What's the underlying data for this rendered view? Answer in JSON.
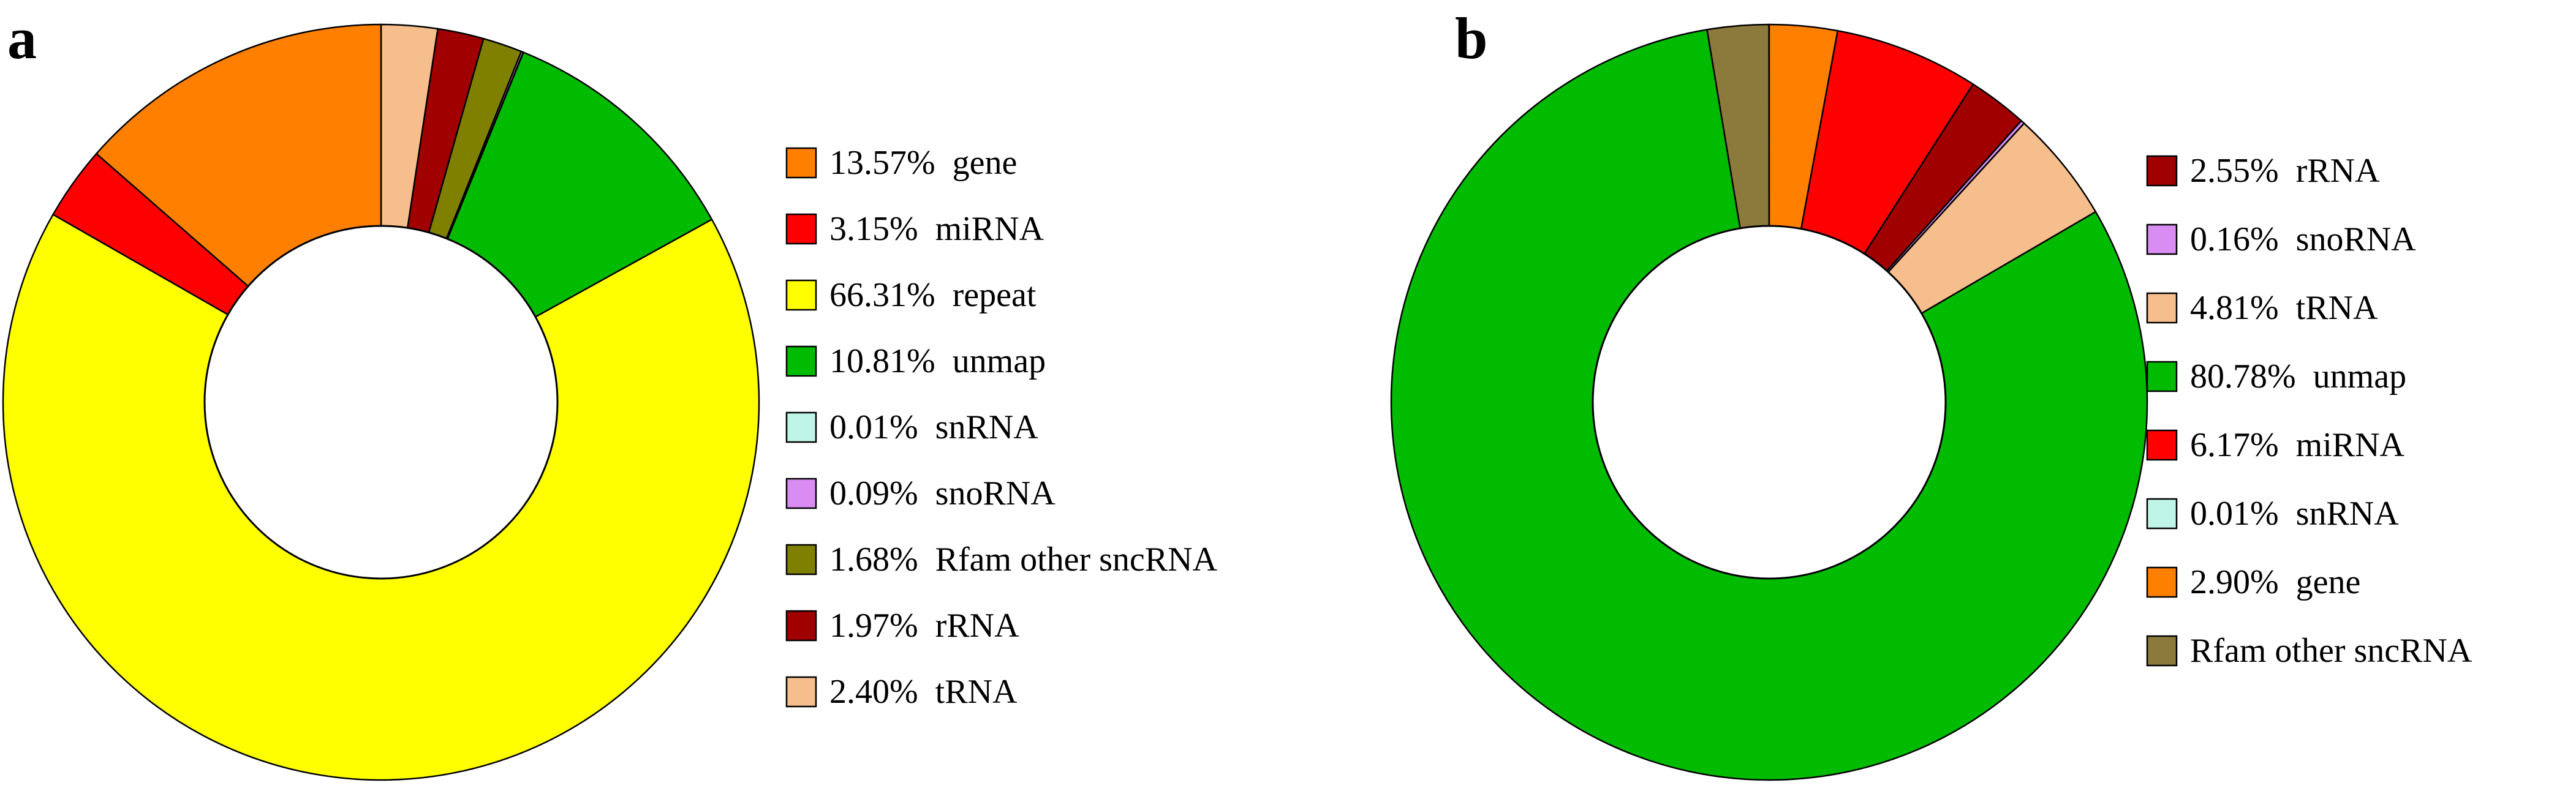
{
  "chart_data": [
    {
      "type": "pie",
      "panel_label": "a",
      "title": "",
      "slices": [
        {
          "label": "gene",
          "value_text": "13.57%",
          "legend_text": "13.57%  gene",
          "value": 13.57,
          "color": "#FF8000"
        },
        {
          "label": "miRNA",
          "value_text": "3.15%",
          "legend_text": "3.15%  miRNA",
          "value": 3.15,
          "color": "#FF0000"
        },
        {
          "label": "repeat",
          "value_text": "66.31%",
          "legend_text": "66.31%  repeat",
          "value": 66.31,
          "color": "#FFFF00"
        },
        {
          "label": "unmap",
          "value_text": "10.81%",
          "legend_text": "10.81%  unmap",
          "value": 10.81,
          "color": "#00BB00"
        },
        {
          "label": "snRNA",
          "value_text": "0.01%",
          "legend_text": "0.01%  snRNA",
          "value": 0.01,
          "color": "#BFF5E6"
        },
        {
          "label": "snoRNA",
          "value_text": "0.09%",
          "legend_text": "0.09%  snoRNA",
          "value": 0.09,
          "color": "#D98CF2"
        },
        {
          "label": "Rfam other sncRNA",
          "value_text": "1.68%",
          "legend_text": "1.68%  Rfam other sncRNA",
          "value": 1.68,
          "color": "#808000"
        },
        {
          "label": "rRNA",
          "value_text": "1.97%",
          "legend_text": "1.97%  rRNA",
          "value": 1.97,
          "color": "#A00000"
        },
        {
          "label": "tRNA",
          "value_text": "2.40%",
          "legend_text": "2.40%  tRNA",
          "value": 2.4,
          "color": "#F5BE8C"
        }
      ],
      "draw_order": [
        "tRNA",
        "rRNA",
        "Rfam other sncRNA",
        "snoRNA",
        "snRNA",
        "unmap",
        "repeat",
        "miRNA",
        "gene"
      ]
    },
    {
      "type": "pie",
      "panel_label": "b",
      "title": "",
      "slices": [
        {
          "label": "rRNA",
          "value_text": "2.55%",
          "legend_text": "2.55%  rRNA",
          "value": 2.55,
          "color": "#A00000"
        },
        {
          "label": "snoRNA",
          "value_text": "0.16%",
          "legend_text": "0.16%  snoRNA",
          "value": 0.16,
          "color": "#D98CF2"
        },
        {
          "label": "tRNA",
          "value_text": "4.81%",
          "legend_text": "4.81%  tRNA",
          "value": 4.81,
          "color": "#F5BE8C"
        },
        {
          "label": "unmap",
          "value_text": "80.78%",
          "legend_text": "80.78%  unmap",
          "value": 80.78,
          "color": "#00BB00"
        },
        {
          "label": "miRNA",
          "value_text": "6.17%",
          "legend_text": "6.17%  miRNA",
          "value": 6.17,
          "color": "#FF0000"
        },
        {
          "label": "snRNA",
          "value_text": "0.01%",
          "legend_text": "0.01%  snRNA",
          "value": 0.01,
          "color": "#BFF5E6"
        },
        {
          "label": "gene",
          "value_text": "2.90%",
          "legend_text": "2.90%  gene",
          "value": 2.9,
          "color": "#FF8000"
        },
        {
          "label": "Rfam other sncRNA",
          "value_text": "",
          "legend_text": "Rfam other sncRNA",
          "value": 2.62,
          "color": "#8C7A3C"
        }
      ],
      "draw_order": [
        "gene",
        "miRNA",
        "rRNA",
        "snoRNA",
        "tRNA",
        "unmap",
        "Rfam other sncRNA"
      ]
    }
  ]
}
